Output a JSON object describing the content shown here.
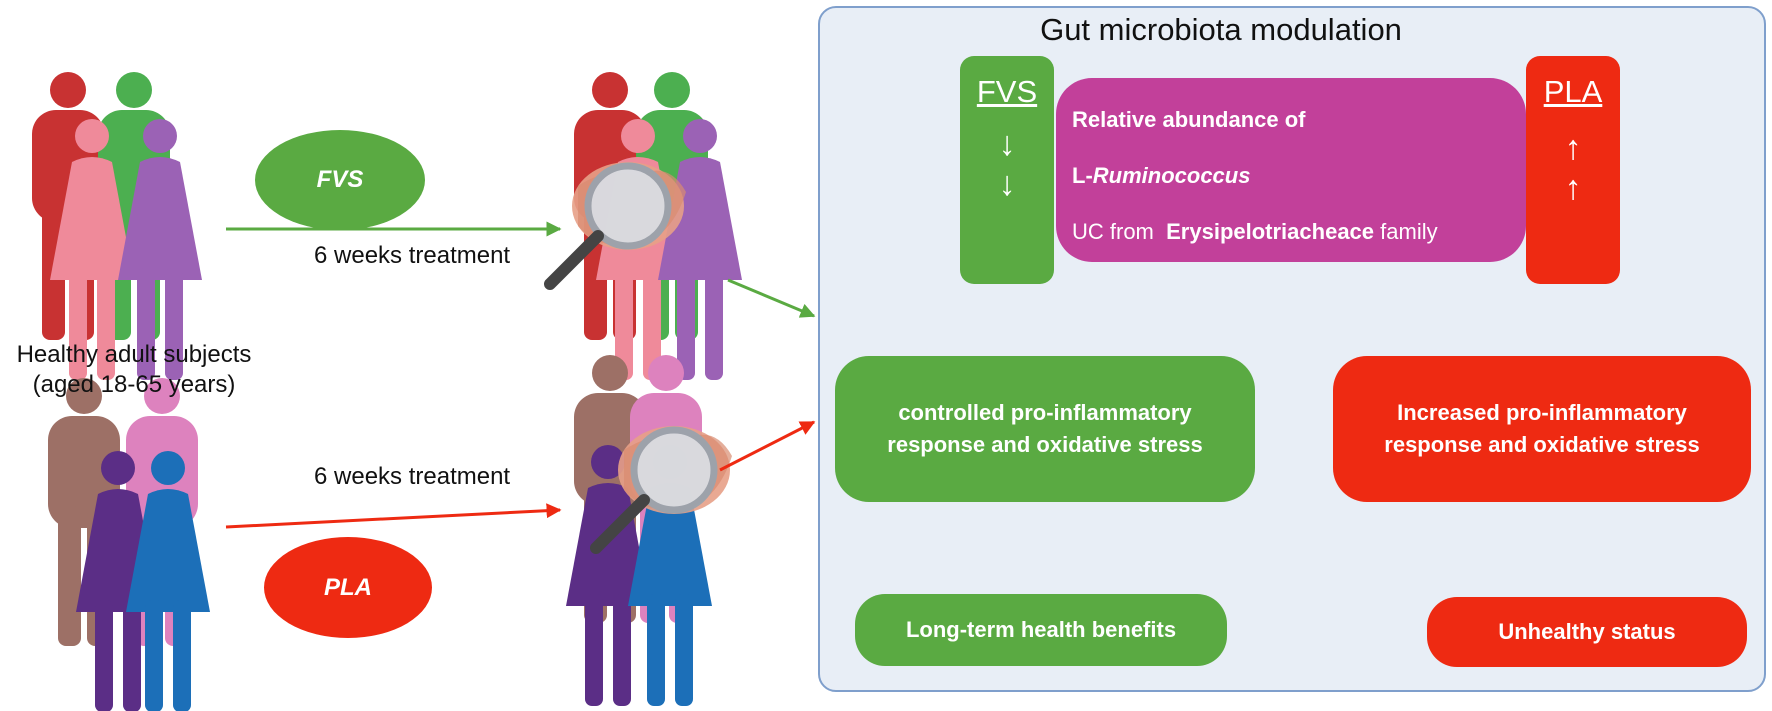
{
  "title": "Gut microbiota modulation",
  "subjects": {
    "line1": "Healthy adult subjects",
    "line2": "(aged 18-65 years)"
  },
  "groups": {
    "fvs": {
      "label": "FVS",
      "treatment": "6 weeks treatment"
    },
    "pla": {
      "label": "PLA",
      "treatment": "6 weeks treatment"
    }
  },
  "abundance": {
    "heading": "Relative abundance of",
    "genus_prefix": "L-",
    "genus_name": "Ruminococcus",
    "uc_prefix": "UC from",
    "family_name": "Erysipelotriacheace",
    "family_suffix": "family"
  },
  "fvs_column": {
    "header": "FVS",
    "arrow_1": "↓",
    "arrow_2": "↓"
  },
  "pla_column": {
    "header": "PLA",
    "arrow_1": "↑",
    "arrow_2": "↑"
  },
  "fvs_response": "controlled pro-inflammatory response and oxidative stress",
  "pla_response": "Increased pro-inflammatory response and oxidative stress",
  "fvs_outcome": "Long-term health benefits",
  "pla_outcome": "Unhealthy status",
  "colors": {
    "green": "#5aaa42",
    "red": "#ee2a12",
    "magenta": "#c2409a",
    "panel_bg": "#e8eef6",
    "panel_border": "#7f9fcc"
  }
}
